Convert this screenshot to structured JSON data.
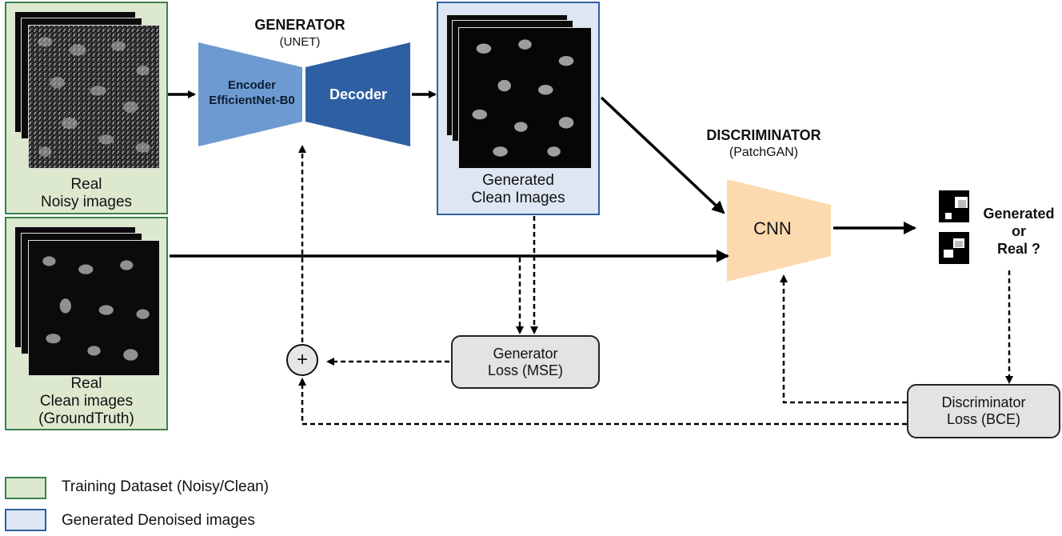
{
  "generator": {
    "title": "GENERATOR",
    "subtitle": "(UNET)",
    "encoder_line1": "Encoder",
    "encoder_line2": "EfficientNet-B0",
    "decoder": "Decoder"
  },
  "discriminator": {
    "title": "DISCRIMINATOR",
    "subtitle": "(PatchGAN)",
    "cnn": "CNN"
  },
  "noisy_panel": {
    "line1": "Real",
    "line2": "Noisy images"
  },
  "clean_panel": {
    "line1": "Real",
    "line2": "Clean images",
    "line3": "(GroundTruth)"
  },
  "generated_panel": {
    "line1": "Generated",
    "line2": "Clean Images"
  },
  "generator_loss": {
    "line1": "Generator",
    "line2": "Loss (MSE)"
  },
  "discriminator_loss": {
    "line1": "Discriminator",
    "line2": "Loss (BCE)"
  },
  "output_question": {
    "line1": "Generated",
    "line2": "or",
    "line3": "Real ?"
  },
  "sum_symbol": "+",
  "legend": [
    {
      "label": "Training Dataset (Noisy/Clean)",
      "fill": "#dde9cf",
      "border": "#3a7f4e"
    },
    {
      "label": "Generated Denoised images",
      "fill": "#dde6f2",
      "border": "#2f5fa3"
    }
  ],
  "colors": {
    "encoder": "#6d9bd1",
    "decoder": "#2f5fa3",
    "cnn": "#fdd9b0"
  }
}
